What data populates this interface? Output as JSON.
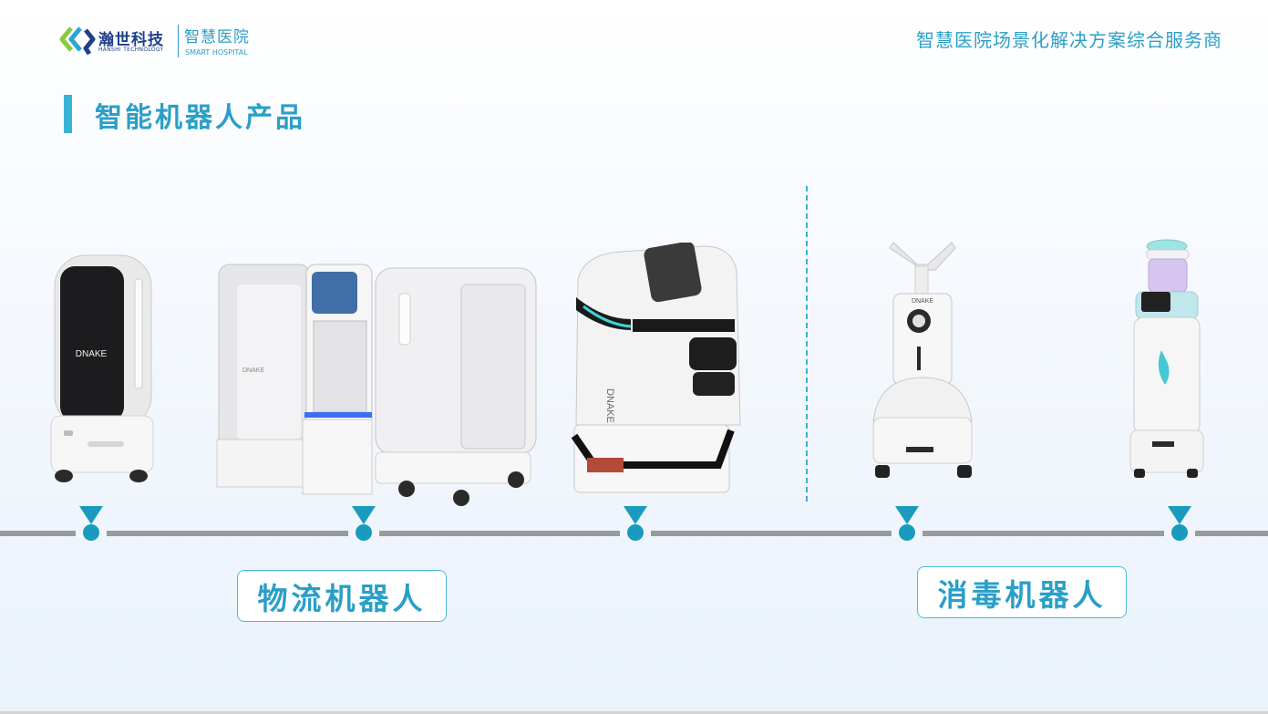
{
  "header": {
    "logo_cn": "瀚世科技",
    "logo_en": "HANSHI TECHNOLOGY",
    "logo_sub_cn": "智慧医院",
    "logo_sub_en": "SMART HOSPITAL",
    "tagline": "智慧医院场景化解决方案综合服务商"
  },
  "page_title": "智能机器人产品",
  "robots": [
    {
      "name": "delivery-robot",
      "brand": "DNAKE"
    },
    {
      "name": "logistics-cabinet-robots",
      "brand": "DNAKE"
    },
    {
      "name": "medicine-delivery-robot",
      "brand": "DNAKE"
    },
    {
      "name": "spray-disinfection-robot",
      "brand": "DNAKE"
    },
    {
      "name": "uv-disinfection-robot"
    }
  ],
  "categories": {
    "logistics": "物流机器人",
    "disinfection": "消毒机器人"
  },
  "colors": {
    "accent": "#2a9fc7",
    "marker": "#1a9bbd",
    "timeline": "#9a9a9a",
    "logo_blue": "#1f3f8a",
    "logo_green": "#8dc63f"
  },
  "icons": [
    "hanshi-logo-icon",
    "marker-icon"
  ]
}
